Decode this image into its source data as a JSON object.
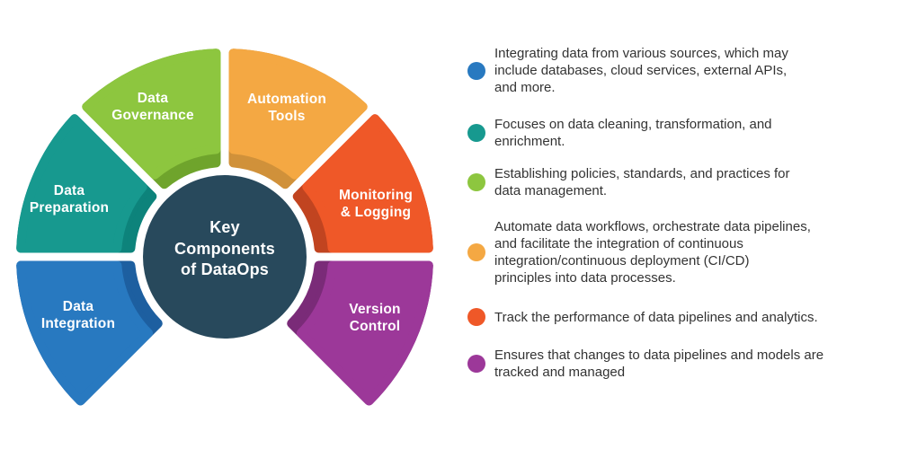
{
  "wheel": {
    "center_title": "Key\nComponents\nof DataOps",
    "center_color": "#28495C",
    "segments": [
      {
        "id": "data-integration",
        "label": "Data\nIntegration",
        "color": "#2879C0",
        "shade": "#1D5FA0"
      },
      {
        "id": "data-preparation",
        "label": "Data\nPreparation",
        "color": "#17998F",
        "shade": "#0D837B"
      },
      {
        "id": "data-governance",
        "label": "Data\nGovernance",
        "color": "#8DC63F",
        "shade": "#6FA42C"
      },
      {
        "id": "automation-tools",
        "label": "Automation\nTools",
        "color": "#F4A843",
        "shade": "#D0913A"
      },
      {
        "id": "monitoring-logging",
        "label": "Monitoring\n& Logging",
        "color": "#EF5828",
        "shade": "#C14420"
      },
      {
        "id": "version-control",
        "label": "Version\nControl",
        "color": "#9C3899",
        "shade": "#7A2B78"
      }
    ]
  },
  "legend": {
    "items": [
      {
        "color": "#2879C0",
        "text": "Integrating data from various sources, which may\ninclude databases, cloud services, external APIs,\nand more."
      },
      {
        "color": "#17998F",
        "text": "Focuses on data cleaning, transformation, and\nenrichment."
      },
      {
        "color": "#8DC63F",
        "text": "Establishing policies, standards, and practices for\ndata management."
      },
      {
        "color": "#F4A843",
        "text": "Automate data workflows, orchestrate data pipelines,\nand facilitate the integration of continuous\nintegration/continuous deployment (CI/CD)\nprinciples into data processes."
      },
      {
        "color": "#EF5828",
        "text": "Track the performance of data pipelines and analytics."
      },
      {
        "color": "#9C3899",
        "text": "Ensures that changes to data pipelines and models are\ntracked and managed"
      }
    ]
  }
}
